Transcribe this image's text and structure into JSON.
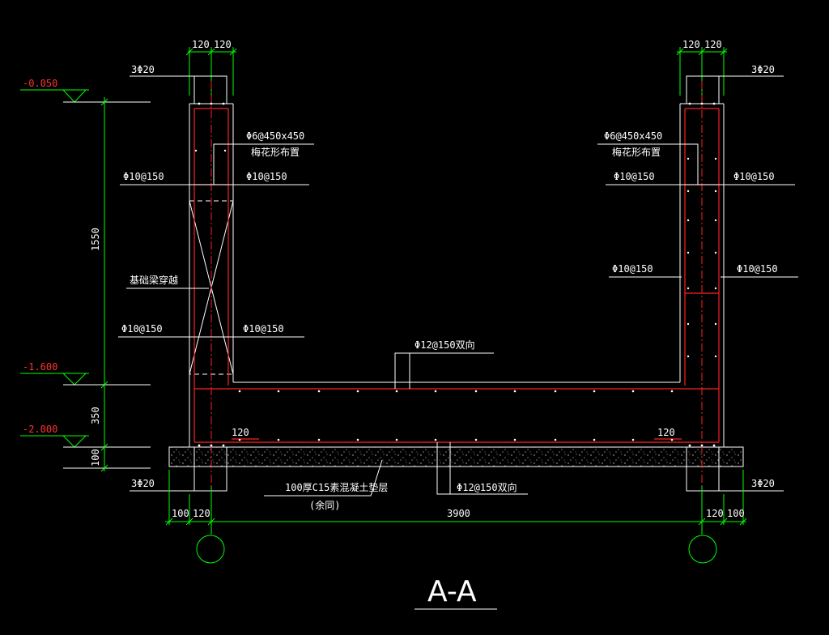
{
  "colors": {
    "background": "#000000",
    "lines": "#ffffff",
    "dimensions": "#00ff00",
    "rebar": "#ff2020",
    "levels": "#ff3030"
  },
  "levels": {
    "top": "-0.050",
    "mid": "-1.600",
    "bottom": "-2.000"
  },
  "vertical_dims": {
    "wall_height": "1550",
    "beam": "350",
    "pad": "100"
  },
  "top_dims": {
    "left_a": "120",
    "left_b": "120",
    "right_a": "120",
    "right_b": "120"
  },
  "bottom_dims": {
    "left_edge": "100",
    "left_half": "120",
    "span": "3900",
    "right_half": "120",
    "right_edge": "100"
  },
  "labels": {
    "top_bars_left": "3Φ20",
    "top_bars_right": "3Φ20",
    "tie_left": "Φ6@450x450",
    "tie_right": "Φ6@450x450",
    "tie_note_left": "梅花形布置",
    "tie_note_right": "梅花形布置",
    "wall_left_outer_upper": "Φ10@150",
    "wall_left_inner_upper": "Φ10@150",
    "wall_right_inner_upper": "Φ10@150",
    "wall_right_outer_upper": "Φ10@150",
    "beam_note": "基础梁穿越",
    "wall_left_outer_lower": "Φ10@150",
    "wall_left_inner_lower": "Φ10@150",
    "wall_right_inner_mid": "Φ10@150",
    "wall_right_outer_mid": "Φ10@150",
    "slab_top": "Φ12@150双向",
    "slab_bottom": "Φ12@150双向",
    "anchor_left": "120",
    "anchor_right": "120",
    "bottom_bars_left": "3Φ20",
    "bottom_bars_right": "3Φ20",
    "cushion": "100厚C15素混凝土垫层",
    "cushion_note": "(余同)"
  },
  "section_title": "A-A"
}
